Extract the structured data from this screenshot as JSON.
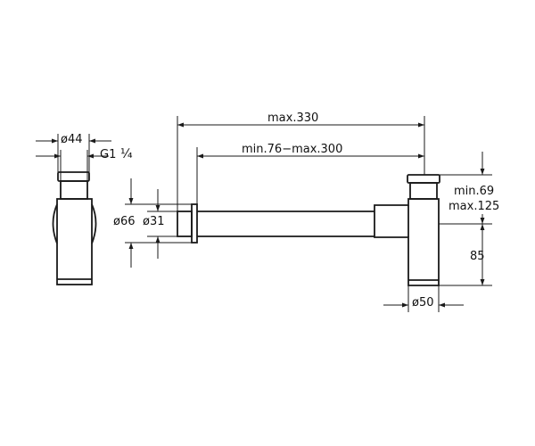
{
  "labels": {
    "d44": "ø44",
    "g": "G1",
    "g_frac": "¼",
    "max330": "max.330",
    "range": "min.76−max.300",
    "d66": "ø66",
    "d31": "ø31",
    "min69": "min.69",
    "max125": "max.125",
    "h85": "85",
    "d50": "ø50"
  },
  "colors": {
    "line": "#1a1a1a",
    "text": "#111111"
  }
}
